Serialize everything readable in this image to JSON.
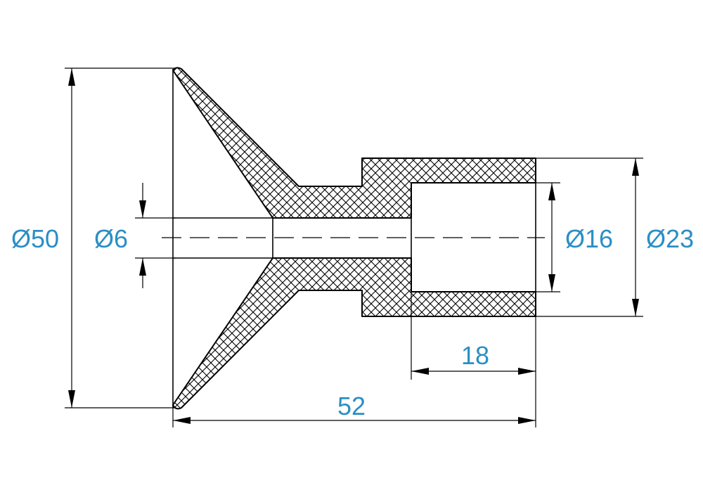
{
  "colors": {
    "dimension_text": "#2a8fc4",
    "lines": "#000000",
    "background": "#ffffff"
  },
  "dimensions": {
    "outer_diameter": "Ø50",
    "bore_diameter": "Ø6",
    "socket_inner_diameter": "Ø16",
    "socket_outer_diameter": "Ø23",
    "socket_length": "18",
    "overall_length": "52"
  }
}
